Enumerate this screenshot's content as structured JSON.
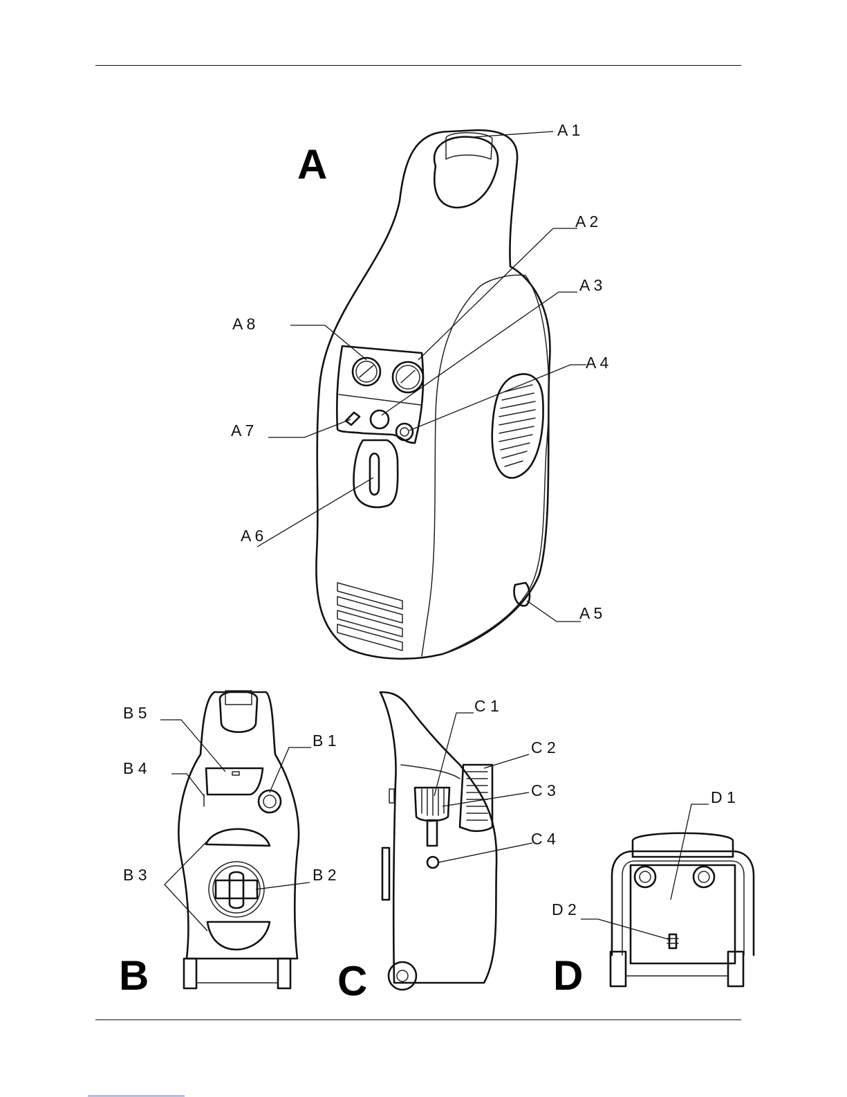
{
  "figures": {
    "A": {
      "title": "A",
      "callouts": [
        "A 1",
        "A 2",
        "A 3",
        "A 4",
        "A 5",
        "A 6",
        "A 7",
        "A 8"
      ]
    },
    "B": {
      "title": "B",
      "callouts": [
        "B 1",
        "B 2",
        "B 3",
        "B 4",
        "B 5"
      ]
    },
    "C": {
      "title": "C",
      "callouts": [
        "C 1",
        "C 2",
        "C 3",
        "C 4"
      ]
    },
    "D": {
      "title": "D",
      "callouts": [
        "D 1",
        "D 2"
      ]
    }
  }
}
